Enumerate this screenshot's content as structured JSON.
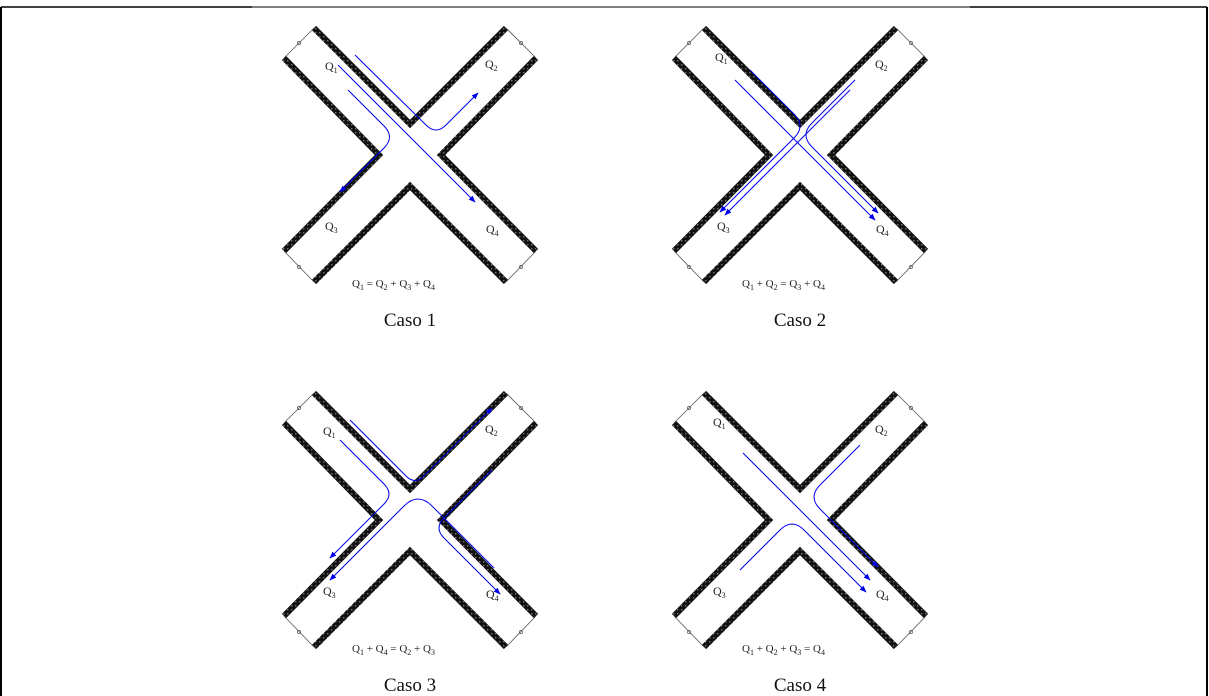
{
  "cases": [
    {
      "title": "Caso 1",
      "equation": [
        "Q",
        "1",
        " = ",
        "Q",
        "2",
        " + ",
        "Q",
        "3",
        " + ",
        "Q",
        "4"
      ],
      "labels": [
        [
          "Q",
          "1"
        ],
        [
          "Q",
          "2"
        ],
        [
          "Q",
          "3"
        ],
        [
          "Q",
          "4"
        ]
      ]
    },
    {
      "title": "Caso 2",
      "equation": [
        "Q",
        "1",
        " + ",
        "Q",
        "2",
        " = ",
        "Q",
        "3",
        " + ",
        "Q",
        "4"
      ],
      "labels": [
        [
          "Q",
          "1"
        ],
        [
          "Q",
          "2"
        ],
        [
          "Q",
          "3"
        ],
        [
          "Q",
          "4"
        ]
      ]
    },
    {
      "title": "Caso 3",
      "equation": [
        "Q",
        "1",
        " + ",
        "Q",
        "4",
        " = ",
        "Q",
        "2",
        " + ",
        "Q",
        "3"
      ],
      "labels": [
        [
          "Q",
          "1"
        ],
        [
          "Q",
          "2"
        ],
        [
          "Q",
          "3"
        ],
        [
          "Q",
          "4"
        ]
      ]
    },
    {
      "title": "Caso 4",
      "equation": [
        "Q",
        "1",
        " + ",
        "Q",
        "2",
        " + ",
        "Q",
        "3",
        " = ",
        "Q",
        "4"
      ],
      "labels": [
        [
          "Q",
          "1"
        ],
        [
          "Q",
          "2"
        ],
        [
          "Q",
          "3"
        ],
        [
          "Q",
          "4"
        ]
      ]
    }
  ],
  "colors": {
    "flow": "#0000ee",
    "wall": "#222222",
    "frame": "#000000"
  }
}
